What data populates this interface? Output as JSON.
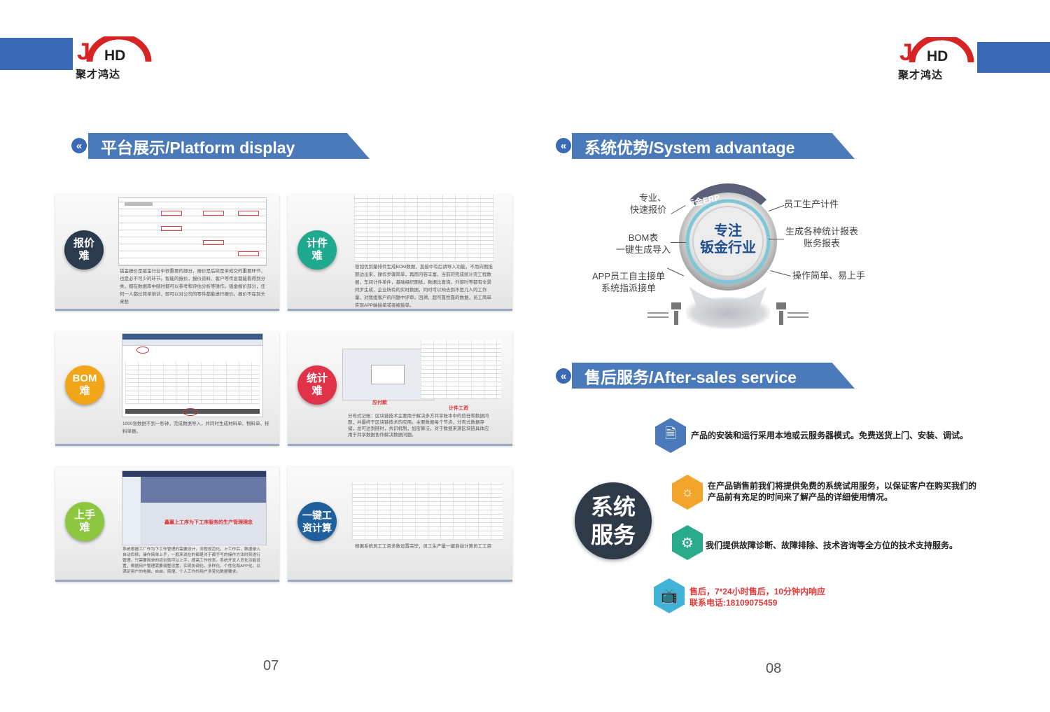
{
  "brand": {
    "logo_text": "JHD",
    "company_name": "聚才鸿达"
  },
  "left_page": {
    "section_title": "平台展示/Platform display",
    "page_number": "07",
    "panels": [
      {
        "badge": [
          "报价",
          "难"
        ],
        "badge_color": "#2b3b4d",
        "caption": "钣金报价是钣金行业中很重要的部分，报价是后续是单成交的重要环节，也是必不可少的环节。智能的报价，报价资料、客户等传息都能看得到分类，都在数据库中随时都可以参考和评估分析等操作。钣金报价部分，任何一人都过简单培训，即可以对公司的零件都能进行报价。报价不在到头来愁",
        "red_text": ""
      },
      {
        "badge": [
          "计件",
          "难"
        ],
        "badge_color": "#1fa98e",
        "caption": "密如优到量排件生成BOM数据，直接中有后请导入功能，不用向图纸那边出来，操作步骤简单，再而内容丰富，当前的完成统计完工程数据，车间计件单件，基础组织图纸，数据比查询，外部时等都有全景同步生成，企业所有的实时数据，同时可以知去到不是几人的工作量，对我组客户的问题中评审，回溯，超可靠性靠的数据，员工简单实现APP端接单或者被接单。",
        "red_text": ""
      },
      {
        "badge": [
          "BOM",
          "难"
        ],
        "badge_color": "#f2a516",
        "caption": "1000张数据不到一秒钟，完成数据导入，并同时生成材料单、物料单、排料单据。",
        "red_text": ""
      },
      {
        "badge": [
          "统计",
          "难"
        ],
        "badge_color": "#e0334a",
        "caption": "分布式记账：区块链技术主要用于解决多方共享账本中的信任和数据问题，并最终于区块链技术的应用。主要数据每个节点，分布式数据存储，总可达到随时，共识机制，加密算法。对于数据来源区块链具体应用于共享数据协作解决数据问题。",
        "red_text": "应付款",
        "red_text_2": "计件工资"
      },
      {
        "badge": [
          "上手",
          "难"
        ],
        "badge_color": "#8dc63f",
        "caption": "系统根据工厂作为下工作管理的需要设计，流程规范化，上工作后，数据录入自动后续，操作简单上手，一般来说在的都是对于都手写的操作方法时刻进行管理，只需要简单的培训就可以上手，提高工作效率。系统开发人员化功能设置，根据用户管理需要调整设置，实现协调化、多样化、个性化和APP化，以满足用户的电脑、自由、简便、个人工作的用户多变化数据要求。",
        "red_text": "鑫赢上工序为下工序服务的生产管理理念"
      },
      {
        "badge": [
          "一键工",
          "资计算"
        ],
        "badge_color": "#1f5f9e",
        "caption": "根据系统员工工资多数设置完毕，员工生产量一键自动计算员工工资",
        "red_text": ""
      }
    ]
  },
  "right_page": {
    "page_number": "08",
    "advantage": {
      "section_title": "系统优势/System advantage",
      "center_title": [
        "专注",
        "钣金行业"
      ],
      "arc_text": "钣金ERP",
      "labels_left": [
        [
          "专业、",
          "快速报价"
        ],
        [
          "BOM表",
          "一键生成导入"
        ],
        [
          "APP员工自主接单",
          "系统指派接单"
        ]
      ],
      "labels_right": [
        [
          "员工生产计件"
        ],
        [
          "生成各种统计报表",
          "账务报表"
        ],
        [
          "操作简单、易上手"
        ]
      ]
    },
    "after_sales": {
      "section_title": "售后服务/After-sales service",
      "circle_title": [
        "系统",
        "服务"
      ],
      "items": [
        {
          "icon": "install-icon",
          "color": "#4a7ab9",
          "text": "产品的安装和运行采用本地或云服务器模式。免费送货上门、安装、调试。"
        },
        {
          "icon": "trial-icon",
          "color": "#f3a42a",
          "text": "在产品销售前我们将提供免费的系统试用服务，以保证客户在购买我们的产品前有充足的时间来了解产品的详细使用情况。"
        },
        {
          "icon": "support-icon",
          "color": "#2aab8c",
          "text": "我们提供故障诊断、故障排除、技术咨询等全方位的技术支持服务。"
        },
        {
          "icon": "hotline-icon",
          "color": "#42b3d8",
          "text_line1": "售后，7*24小时售后，10分钟内响应",
          "text_line2": "联系电话:18109075459",
          "text_color": "#e23a3a"
        }
      ]
    }
  }
}
